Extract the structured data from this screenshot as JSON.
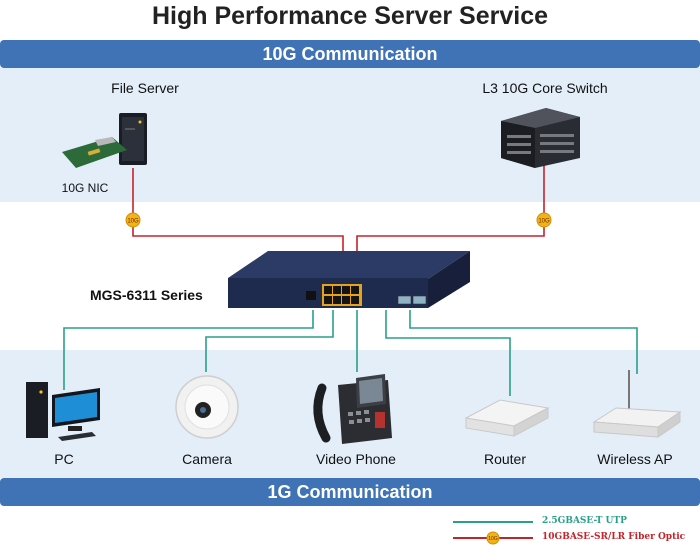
{
  "title": "High Performance Server Service",
  "bands": {
    "top": "10G Communication",
    "bottom": "1G Communication"
  },
  "top_devices": {
    "file_server": "File Server",
    "nic": "10G NIC",
    "core_switch": "L3 10G Core Switch"
  },
  "switch_label": "MGS-6311 Series",
  "bottom_devices": [
    {
      "label": "PC",
      "icon": "pc-icon"
    },
    {
      "label": "Camera",
      "icon": "camera-icon"
    },
    {
      "label": "Video Phone",
      "icon": "video-phone-icon"
    },
    {
      "label": "Router",
      "icon": "router-icon"
    },
    {
      "label": "Wireless AP",
      "icon": "wireless-ap-icon"
    }
  ],
  "badge_text": "10G",
  "legend": [
    {
      "label": "2.5GBASE-T UTP",
      "color": "#2aa08a"
    },
    {
      "label": "10GBASE-SR/LR Fiber Optic",
      "color": "#c4232b"
    }
  ],
  "colors": {
    "band": "#3f73b6",
    "zone": "#e3eef9",
    "utp": "#2aa08a",
    "fiber": "#c4232b",
    "badge": "#f2b31a"
  }
}
